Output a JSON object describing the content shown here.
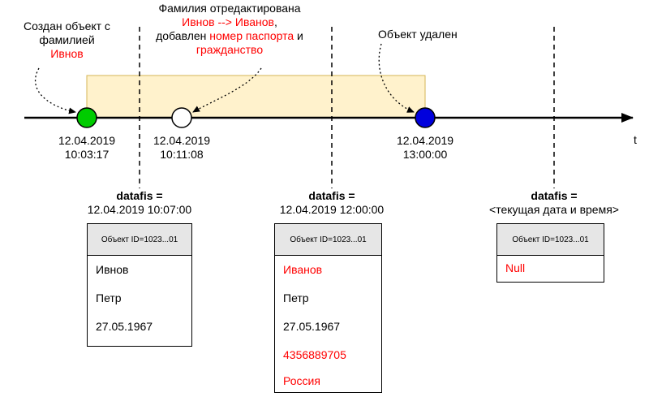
{
  "colors": {
    "created": "#00cc00",
    "edited": "#ffffff",
    "deleted": "#0000dd",
    "period_fill": "#fff2cc",
    "period_stroke": "#d6b656",
    "highlight": "#ff0000"
  },
  "axis": {
    "label": "t"
  },
  "events": {
    "created": {
      "note_line1": "Создан объект с",
      "note_line2": "фамилией",
      "note_value": "Ивнов",
      "date": "12.04.2019",
      "time": "10:03:17"
    },
    "edited": {
      "note_line1": "Фамилия отредактирована",
      "note_change": "Ивнов --> Иванов",
      "note_comma": ",",
      "note_added": "добавлен",
      "note_passport": "номер паспорта",
      "note_and": "и",
      "note_citizenship": "гражданство",
      "date": "12.04.2019",
      "time": "10:11:08"
    },
    "deleted": {
      "note": "Объект удален",
      "date": "12.04.2019",
      "time": "13:00:00"
    }
  },
  "queries": [
    {
      "label": "datafis =",
      "value": "12.04.2019 10:07:00",
      "card": {
        "header": "Объект ID=1023...01",
        "rows": [
          {
            "text": "Ивнов",
            "highlight": false
          },
          {
            "text": "Петр",
            "highlight": false
          },
          {
            "text": "27.05.1967",
            "highlight": false
          }
        ]
      }
    },
    {
      "label": "datafis =",
      "value": "12.04.2019 12:00:00",
      "card": {
        "header": "Объект ID=1023...01",
        "rows": [
          {
            "text": "Иванов",
            "highlight": true
          },
          {
            "text": "Петр",
            "highlight": false
          },
          {
            "text": "27.05.1967",
            "highlight": false
          },
          {
            "text": "4356889705",
            "highlight": true
          },
          {
            "text": "Россия",
            "highlight": true
          }
        ]
      }
    },
    {
      "label": "datafis =",
      "value": "<текущая дата и время>",
      "card": {
        "header": "Объект ID=1023...01",
        "rows": [
          {
            "text": "Null",
            "highlight": true
          }
        ]
      }
    }
  ]
}
